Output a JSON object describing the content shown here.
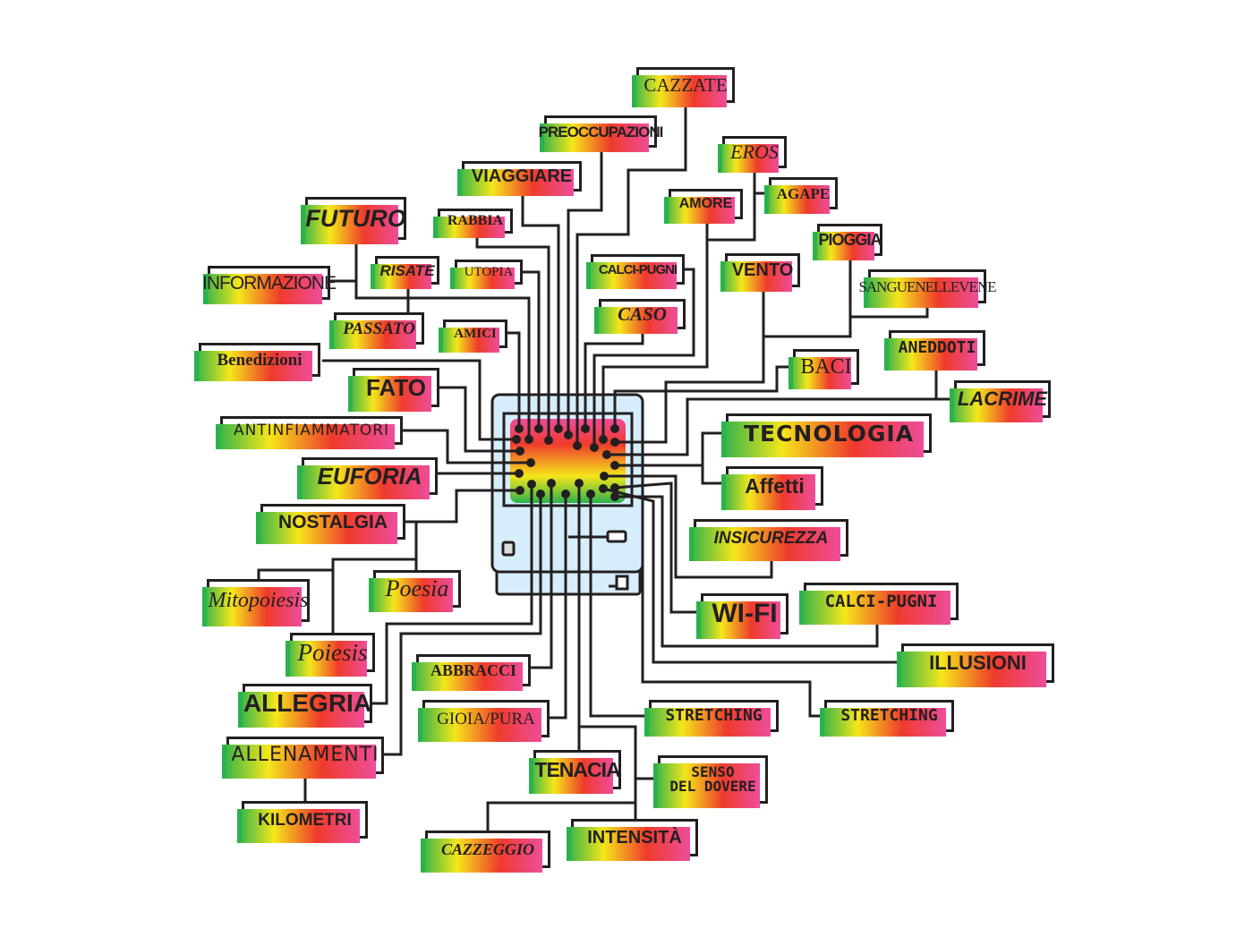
{
  "diagram": {
    "center": "computer-chip",
    "colors": {
      "line": "#231f20",
      "screen_top": "#ee4d9b",
      "screen_mid": "#ef3b2c",
      "screen_low": "#f5e61b",
      "screen_bottom": "#2bb24c",
      "case": "#d6eefb"
    },
    "nodes": {
      "cazzate": "CAZZATE",
      "preoccupazioni": "PREOCCUPAZIONI",
      "viaggiare": "VIAGGIARE",
      "futuro": "FUTURO",
      "rabbia": "RABBIA",
      "informazione": "INFORMAZIONE",
      "risate": "RISATE",
      "utopia": "UTOPIA",
      "passato": "PASSATO",
      "amici": "AMICI",
      "benedizioni": "Benedizioni",
      "fato": "FATO",
      "antinfiammatori": "ANTINFIAMMATORI",
      "euforia": "EUFORIA",
      "nostalgia": "NOSTALGIA",
      "mitopoiesis": "Mitopoiesis",
      "poesia": "Poesia",
      "poiesis": "Poiesis",
      "allegria": "ALLEGRIA",
      "allenamenti": "ALLENAMENTI",
      "kilometri": "KILOMETRI",
      "abbracci": "ABBRACCI",
      "gioia_pura": "GIOIA/PURA",
      "tenacia": "TENACIA",
      "cazzeggio": "CAZZEGGIO",
      "intensita": "INTENSITÀ",
      "senso_line1": "SENSO",
      "senso_line2": "DEL DOVERE",
      "stretching_1": "STRETCHING",
      "stretching_2": "STRETCHING",
      "illusioni": "ILLUSIONI",
      "calci_pugni_2": "CALCI-PUGNI",
      "wifi": "WI-FI",
      "insicurezza": "INSICUREZZA",
      "affetti": "Affetti",
      "tecnologia": "TECNOLOGIA",
      "lacrime": "LACRIME",
      "aneddoti": "ANEDDOTI",
      "baci": "BACI",
      "sanguenellevene": "SANGUENELLEVENE",
      "vento": "VENTO",
      "pioggia": "PIOGGIA",
      "agape": "AGAPE",
      "eros": "EROS",
      "amore": "AMORE",
      "calci_pugni_1": "CALCI-PUGNI",
      "caso": "CASO"
    }
  }
}
